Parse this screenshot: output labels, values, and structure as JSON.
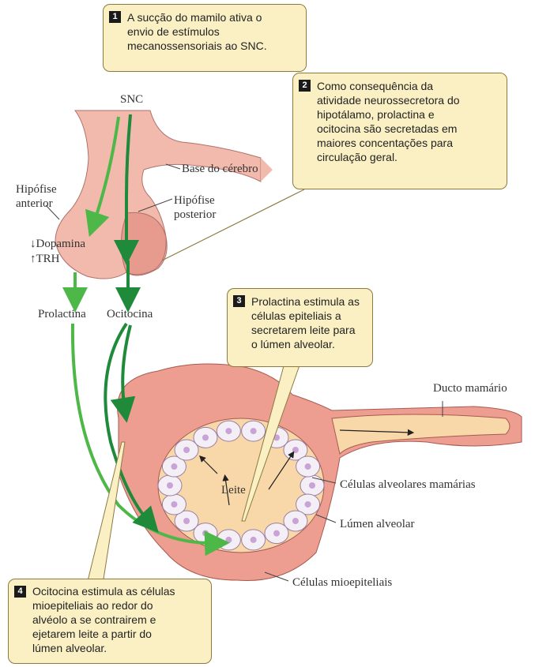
{
  "callouts": [
    {
      "number": "1",
      "lines": [
        "A sucção do mamilo ativa o",
        "envio de estímulos",
        "mecanossensoriais ao SNC."
      ]
    },
    {
      "number": "2",
      "lines": [
        "Como consequência da",
        "atividade neurossecretora do",
        "hipotálamo, prolactina e",
        "ocitocina são secretadas em",
        "maiores concentações para",
        "circulação geral."
      ]
    },
    {
      "number": "3",
      "lines": [
        "Prolactina estimula as",
        "células epiteliais a",
        "secretarem leite para",
        "o lúmen alveolar."
      ]
    },
    {
      "number": "4",
      "lines": [
        "Ocitocina estimula as células",
        "mioepiteliais ao redor do",
        "alvéolo a se contrairem e",
        "ejetarem leite a partir do",
        "lúmen alveolar."
      ]
    }
  ],
  "labels": {
    "snc": "SNC",
    "base_cerebro": "Base do cérebro",
    "hipofise_anterior": [
      "Hipófise",
      "anterior"
    ],
    "hipofise_posterior": [
      "Hipófise",
      "posterior"
    ],
    "dopamina": "↓Dopamina",
    "trh": "↑TRH",
    "prolactina": "Prolactina",
    "ocitocina": "Ocitocina",
    "ducto_mamario": "Ducto mamário",
    "leite": "Leite",
    "celulas_alveolares": "Células alveolares mamárias",
    "lumen_alveolar": "Lúmen alveolar",
    "celulas_mioepiteliais": "Células mioepiteliais"
  },
  "colors": {
    "callout_fill": "#fbf0c4",
    "arrow_light_green": "#4db848",
    "arrow_dark_green": "#1f8a3a",
    "tissue": "#f0b4a8",
    "lumen": "#f8d8a8"
  }
}
